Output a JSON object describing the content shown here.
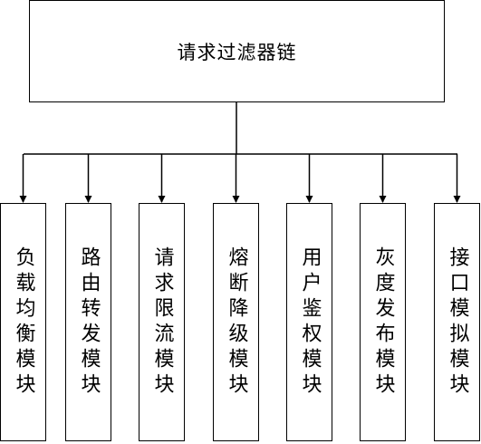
{
  "diagram": {
    "root": {
      "label": "请求过滤器链"
    },
    "modules": [
      {
        "label": "负载均衡模块"
      },
      {
        "label": "路由转发模块"
      },
      {
        "label": "请求限流模块"
      },
      {
        "label": "熔断降级模块"
      },
      {
        "label": "用户鉴权模块"
      },
      {
        "label": "灰度发布模块"
      },
      {
        "label": "接口模拟模块"
      }
    ],
    "colors": {
      "stroke": "#000000",
      "fill": "#ffffff"
    }
  }
}
